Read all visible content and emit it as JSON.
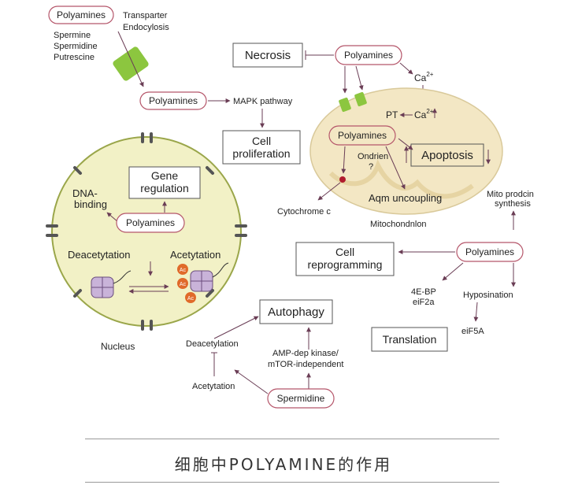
{
  "transport": {
    "polyamines": "Polyamines",
    "transporter": "Transparter",
    "endocytosis": "Endocylosis",
    "spermine": "Spermine",
    "spermidine": "Spermidine",
    "putrescine": "Putrescine"
  },
  "upper": {
    "polyamines": "Polyamines",
    "mapk": "MAPK pathway",
    "cell_prolif_1": "Cell",
    "cell_prolif_2": "proliferation"
  },
  "necrosis": {
    "label": "Necrosis",
    "polyamines": "Polyamines",
    "ca_top": "Ca",
    "ca_sup": "2+"
  },
  "mito": {
    "pt": "PT",
    "ca": "Ca",
    "ca_sup": "2+",
    "polyamines": "Polyamines",
    "ondrien": "Ondrien",
    "question": "?",
    "apoptosis": "Apoptosis",
    "uncoupling": "Aqm uncoupling",
    "cytochrome": "Cytochrome c",
    "mitochondrion": "Mitochondnlon",
    "synthesis_1": "Mito prodcin",
    "synthesis_2": "synthesis"
  },
  "nucleus": {
    "gene_1": "Gene",
    "gene_2": "regulation",
    "dna_1": "DNA-",
    "dna_2": "binding",
    "polyamines": "Polyamines",
    "deacetylation": "Deacetytation",
    "acetylation": "Acetytation",
    "ac": "Ac",
    "label": "Nucleus"
  },
  "reprog": {
    "label_1": "Cell",
    "label_2": "reprogramming",
    "polyamines": "Polyamines",
    "eb1": "4E-BP",
    "eb2": "eiF2a",
    "hyposination": "Hyposination",
    "eif5a": "eiF5A",
    "translation": "Translation"
  },
  "autophagy": {
    "label": "Autophagy",
    "ampk_1": "AMP-dep kinase/",
    "ampk_2": "mTOR-independent",
    "deacetylation": "Deacetylation",
    "acetylation": "Acetytation",
    "spermidine": "Spermidine"
  },
  "caption": "细胞中POLYAMINE的作用",
  "colors": {
    "pill_border": "#b5566a",
    "green": "#8cc63f",
    "nucleus_fill": "#f2f1c6",
    "mito_fill": "#f3e7c4",
    "line": "#6a3d55",
    "ac_orange": "#e06a2a",
    "histone": "#c9b3d9"
  }
}
